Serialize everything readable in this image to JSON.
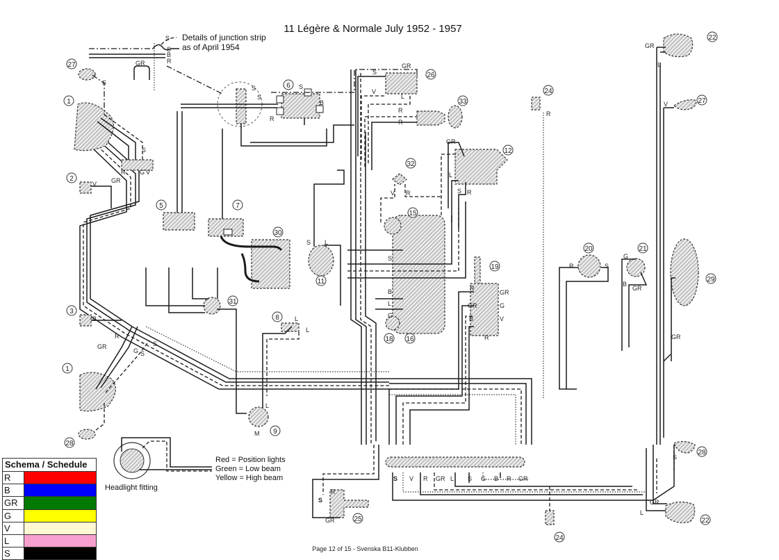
{
  "title": "11 Légère & Normale  July 1952 - 1957",
  "junction_note": {
    "line1": "Details of junction strip",
    "line2": "as of April 1954",
    "wire_labels": [
      "S",
      "S",
      "B",
      "R"
    ]
  },
  "footer": "Page 12 of 15 -  Svenska B11-Klubben",
  "headlight": {
    "caption": "Headlight fitting",
    "legend": [
      "Red = Position lights",
      "Green = Low beam",
      "Yellow = High beam"
    ]
  },
  "schedule": {
    "title": "Schema / Schedule",
    "rows": [
      {
        "code": "R",
        "color": "#ff0000"
      },
      {
        "code": "B",
        "color": "#0000ff"
      },
      {
        "code": "GR",
        "color": "#007a00"
      },
      {
        "code": "G",
        "color": "#ffff00"
      },
      {
        "code": "V",
        "color": "#fff8d2"
      },
      {
        "code": "L",
        "color": "#f7a0cf"
      },
      {
        "code": "S",
        "color": "#000000"
      }
    ]
  },
  "junction_strip_labels": [
    "S",
    "V",
    "R",
    "GR",
    "L",
    "S",
    "G",
    "B",
    "R",
    "GR"
  ],
  "component_numbers": [
    "1",
    "2",
    "3",
    "1",
    "5",
    "6",
    "7",
    "8",
    "9",
    "11",
    "12",
    "15",
    "16",
    "18",
    "19",
    "20",
    "21",
    "22",
    "22",
    "24",
    "24",
    "25",
    "26",
    "27",
    "27",
    "28",
    "28",
    "29",
    "30",
    "31",
    "32",
    "33"
  ],
  "wire_labels": {
    "c1_top": [
      "S",
      "R",
      "GR",
      "G",
      "V"
    ],
    "c2": "V",
    "c3": "B",
    "c1_bottom": [
      "R",
      "GR",
      "G",
      "S",
      "S"
    ],
    "c27_left": "S",
    "c6": [
      "S",
      "S",
      "S",
      "R",
      "B"
    ],
    "gr_top": "GR",
    "c26": [
      "S",
      "GR",
      "V",
      "L"
    ],
    "c33": [
      "R",
      "R"
    ],
    "c24_top": "R",
    "c12": [
      "GR",
      "L",
      "S",
      "R"
    ],
    "c32": [
      "V",
      "R"
    ],
    "c15": "S",
    "c16": [
      "B",
      "L",
      "G"
    ],
    "c11": [
      "S",
      "L"
    ],
    "c8": [
      "L",
      "L"
    ],
    "c9": [
      "L",
      "M"
    ],
    "c19": [
      "R",
      "GR",
      "GR",
      "G",
      "B",
      "V",
      "R"
    ],
    "c20": [
      "R",
      "S"
    ],
    "c21": [
      "G",
      "B",
      "GR"
    ],
    "c29": "GR",
    "c22_top": [
      "GR",
      "L"
    ],
    "c27_right": "V",
    "c28_right": "S",
    "c22_bottom": [
      "GR",
      "L"
    ],
    "c25": [
      "R",
      "S",
      "GR"
    ]
  }
}
